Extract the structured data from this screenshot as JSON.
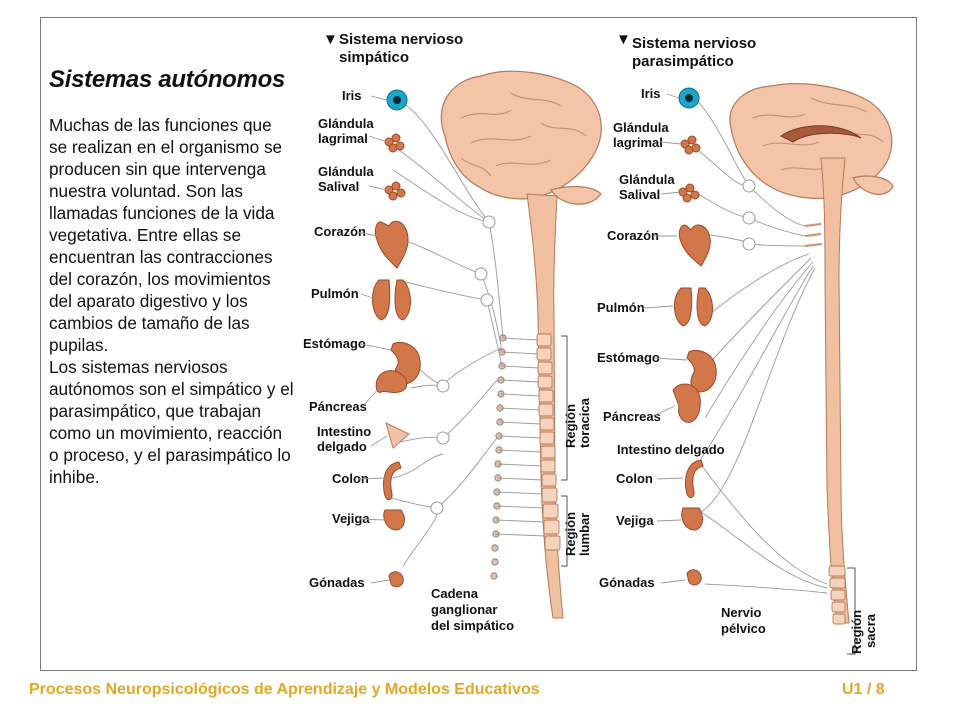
{
  "intro": {
    "title": "Sistemas autónomos",
    "paragraphs": [
      "Muchas de las funciones que se realizan en el organismo se producen sin que intervenga nuestra voluntad. Son las llamadas funciones de la vida vegetativa. Entre ellas se encuentran las contracciones",
      "del corazón, los movimientos del aparato digestivo y los cambios de tamaño de las pupilas.",
      "Los sistemas nerviosos autónomos son el simpático y el parasimpático, que trabajan como un movimiento, reacción o proceso, y el parasimpático lo inhibe."
    ]
  },
  "sympathetic": {
    "title_line1": "Sistema nervioso",
    "title_line2": "simpático",
    "marker": "▼",
    "organs": {
      "iris": "Iris",
      "lacrimal_1": "Glándula",
      "lacrimal_2": "lagrimal",
      "salivary_1": "Glándula",
      "salivary_2": "Salival",
      "heart": "Corazón",
      "lung": "Pulmón",
      "stomach": "Estómago",
      "pancreas": "Páncreas",
      "intestine_1": "Intestino",
      "intestine_2": "delgado",
      "colon": "Colon",
      "bladder": "Vejiga",
      "gonads": "Gónadas"
    },
    "chain_1": "Cadena",
    "chain_2": "ganglionar",
    "chain_3": "del simpático",
    "region_thoracic_1": "Región",
    "region_thoracic_2": "toracica",
    "region_lumbar_1": "Región",
    "region_lumbar_2": "lumbar"
  },
  "parasympathetic": {
    "title_line1": "Sistema nervioso",
    "title_line2": "parasimpático",
    "marker": "▼",
    "organs": {
      "iris": "Iris",
      "lacrimal_1": "Glándula",
      "lacrimal_2": "lagrimal",
      "salivary_1": "Glándula",
      "salivary_2": "Salival",
      "heart": "Corazón",
      "lung": "Pulmón",
      "stomach": "Estómago",
      "pancreas": "Páncreas",
      "intestine": "Intestino delgado",
      "colon": "Colon",
      "bladder": "Vejiga",
      "gonads": "Gónadas"
    },
    "pelvic_1": "Nervio",
    "pelvic_2": "pélvico",
    "region_sacral_1": "Región",
    "region_sacral_2": "sacra"
  },
  "footer": {
    "course": "Procesos Neuropsicológicos de Aprendizaje y Modelos Educativos",
    "page": "U1 / 8"
  },
  "colors": {
    "organ": "#d2774a",
    "brain": "#f3c4a8",
    "iris": "#1aa6c8",
    "footer": "#e5a623"
  }
}
